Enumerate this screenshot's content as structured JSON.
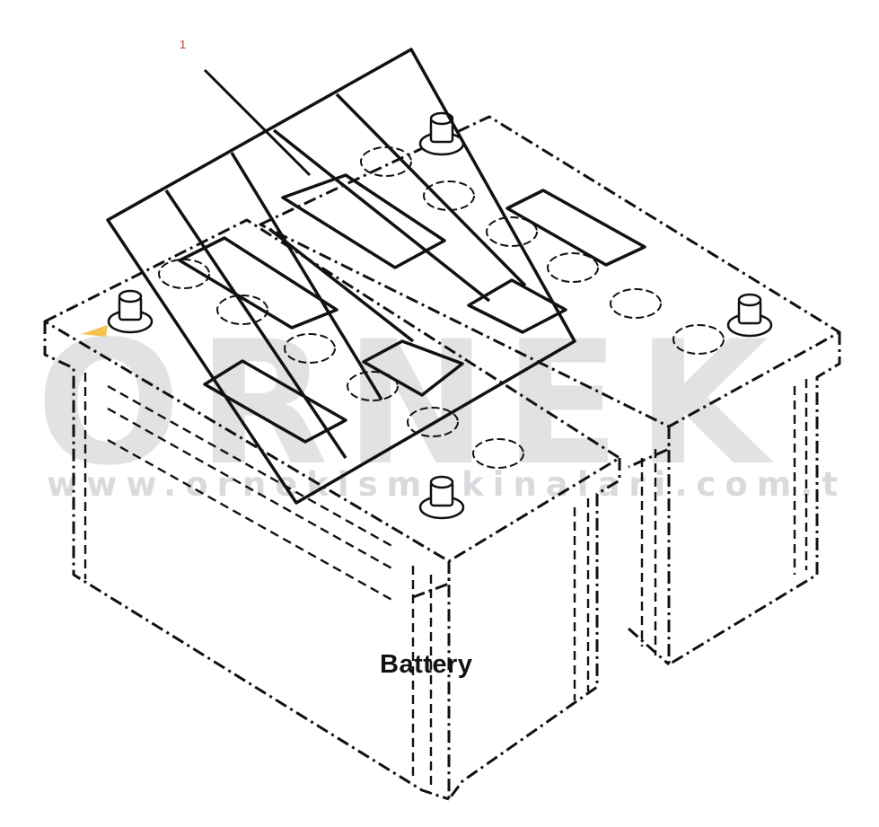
{
  "callout_number": "1",
  "diagram_label": "Battery",
  "watermark": {
    "logo_text": "ORNEK",
    "url_text": "www.ornekismakinalari.com.tr"
  },
  "colors": {
    "line": "#111111",
    "callout": "#c0392b",
    "watermark": "#9696a0",
    "terminal_highlight": "#f3c453"
  }
}
